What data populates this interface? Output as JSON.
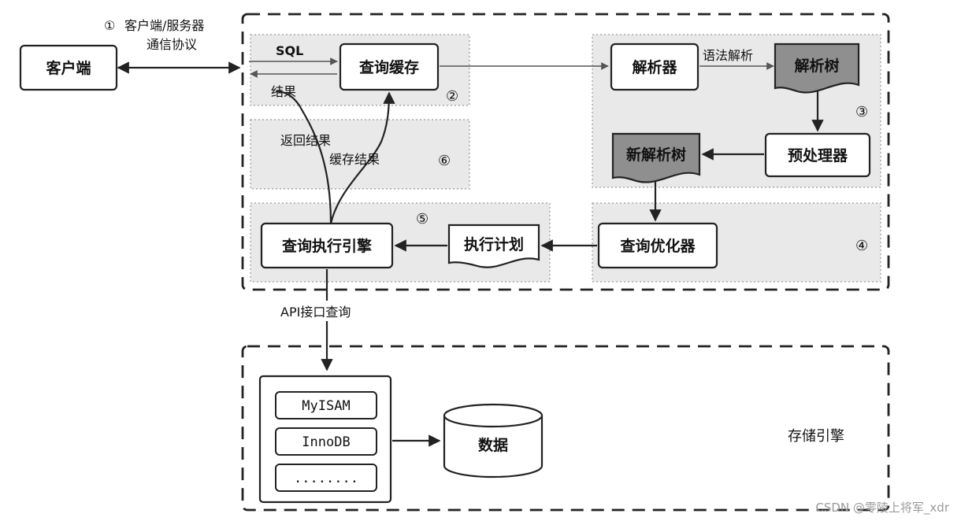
{
  "labels": {
    "protocol_num": "①",
    "protocol_line1": "客户端/服务器",
    "protocol_line2": "通信协议",
    "sql": "SQL",
    "result": "结果",
    "return_result": "返回结果",
    "cache_result": "缓存结果",
    "grammar_parse": "语法解析",
    "api_query": "API接口查询",
    "storage_engine": "存储引擎",
    "num2": "②",
    "num3": "③",
    "num4": "④",
    "num5": "⑤",
    "num6": "⑥"
  },
  "nodes": {
    "client": "客户端",
    "query_cache": "查询缓存",
    "parser": "解析器",
    "parse_tree": "解析树",
    "preprocessor": "预处理器",
    "new_parse_tree": "新解析树",
    "optimizer": "查询优化器",
    "exec_plan": "执行计划",
    "exec_engine": "查询执行引擎",
    "myisam": "MyISAM",
    "innodb": "InnoDB",
    "dots": "........",
    "data": "数据"
  },
  "watermark": "CSDN @零陵上将军_xdr"
}
